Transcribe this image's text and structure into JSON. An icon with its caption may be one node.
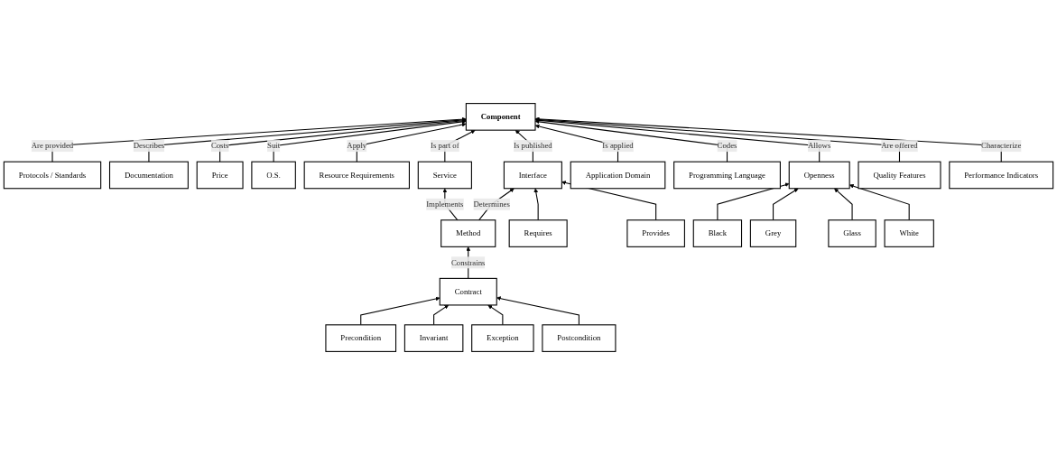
{
  "diagram": {
    "nodes": [
      {
        "text": [
          "Protocols / Standards"
        ]
      },
      {
        "text": [
          "Component"
        ]
      },
      {
        "text": [
          "Performance Indicators"
        ]
      },
      {
        "text": [
          "Documentation"
        ]
      },
      {
        "text": [
          "Quality Features"
        ]
      },
      {
        "text": [
          "Price"
        ]
      },
      {
        "text": [
          "Service"
        ]
      },
      {
        "text": [
          "Interface"
        ]
      },
      {
        "text": [
          "Programming Language"
        ]
      },
      {
        "text": [
          "Openness"
        ]
      },
      {
        "text": [
          "O.S."
        ]
      },
      {
        "text": [
          "Resource Requirements"
        ]
      },
      {
        "text": [
          "Method"
        ]
      },
      {
        "text": [
          "Requires"
        ]
      },
      {
        "text": [
          "Provides"
        ]
      },
      {
        "text": [
          "Application Domain"
        ]
      },
      {
        "text": [
          "Black"
        ]
      },
      {
        "text": [
          "White"
        ]
      },
      {
        "text": [
          "Contract"
        ]
      },
      {
        "text": [
          "Grey"
        ]
      },
      {
        "text": [
          "Glass"
        ]
      },
      {
        "text": [
          "Precondition"
        ]
      },
      {
        "text": [
          "Postcondition"
        ]
      },
      {
        "text": [
          "Invariant"
        ]
      },
      {
        "text": [
          "Exception"
        ]
      }
    ],
    "edges": [
      {
        "from": 0,
        "to": 1,
        "arrow": "to",
        "label": "Are provided"
      },
      {
        "from": 3,
        "to": 1,
        "arrow": "to",
        "label": "Describes"
      },
      {
        "from": 5,
        "to": 1,
        "arrow": "to",
        "label": "Costs"
      },
      {
        "from": 10,
        "to": 1,
        "arrow": "to",
        "label": "Suit"
      },
      {
        "from": 11,
        "to": 1,
        "arrow": "to",
        "label": "Apply"
      },
      {
        "from": 6,
        "to": 1,
        "arrow": "to",
        "label": "Is part of"
      },
      {
        "from": 7,
        "to": 1,
        "arrow": "to",
        "label": "Is published"
      },
      {
        "from": 15,
        "to": 1,
        "arrow": "to",
        "label": "Is applied"
      },
      {
        "from": 8,
        "to": 1,
        "arrow": "to",
        "label": "Codes"
      },
      {
        "from": 9,
        "to": 1,
        "arrow": "to",
        "label": "Allows"
      },
      {
        "from": 4,
        "to": 1,
        "arrow": "to",
        "label": "Are offered"
      },
      {
        "from": 2,
        "to": 1,
        "arrow": "to",
        "label": "Characterize"
      },
      {
        "from": 12,
        "to": 6,
        "arrow": "to",
        "label": "Implements"
      },
      {
        "from": 12,
        "to": 7,
        "arrow": "to",
        "label": "Determines"
      },
      {
        "from": 18,
        "to": 12,
        "arrow": "to",
        "label": "Constrains"
      },
      {
        "from": 13,
        "to": 7,
        "arrow": "to"
      },
      {
        "from": 14,
        "to": 7,
        "arrow": "to"
      },
      {
        "from": 16,
        "to": 9,
        "arrow": "to"
      },
      {
        "from": 19,
        "to": 9,
        "arrow": "to"
      },
      {
        "from": 20,
        "to": 9,
        "arrow": "to"
      },
      {
        "from": 17,
        "to": 9,
        "arrow": "to"
      },
      {
        "from": 21,
        "to": 18,
        "arrow": "to"
      },
      {
        "from": 23,
        "to": 18,
        "arrow": "to"
      },
      {
        "from": 24,
        "to": 18,
        "arrow": "to"
      },
      {
        "from": 22,
        "to": 18,
        "arrow": "to"
      }
    ]
  }
}
